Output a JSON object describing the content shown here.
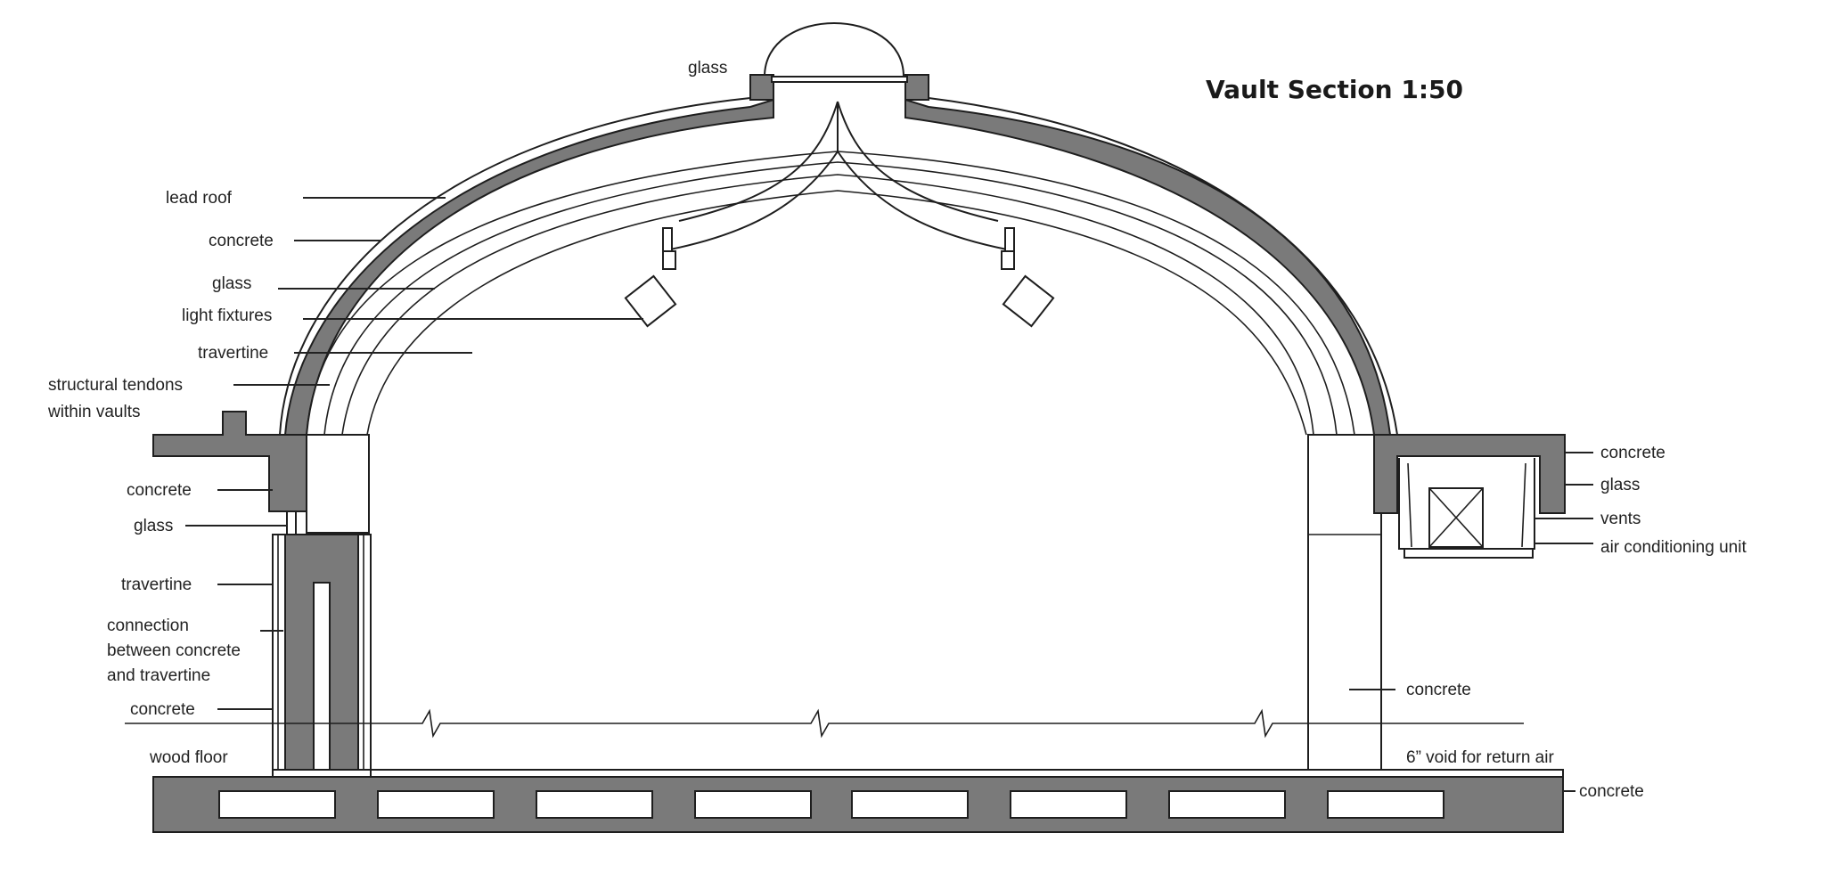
{
  "title": "Vault Section 1:50",
  "labels": {
    "glass_top": "glass",
    "lead_roof": "lead roof",
    "concrete_roof": "concrete",
    "glass_vault": "glass",
    "light_fixtures": "light fixtures",
    "travertine_vault": "travertine",
    "tendons_line1": "structural tendons",
    "tendons_line2": "within vaults",
    "concrete_left_block": "concrete",
    "glass_left": "glass",
    "travertine_wall": "travertine",
    "connection_line1": "connection",
    "connection_line2": "between concrete",
    "connection_line3": "and travertine",
    "concrete_wall_left": "concrete",
    "wood_floor": "wood floor",
    "concrete_right_top": "concrete",
    "glass_right": "glass",
    "vents": "vents",
    "ac_unit": "air conditioning unit",
    "concrete_right_wall": "concrete",
    "void_return_air": "6” void for return air",
    "concrete_base": "concrete"
  },
  "colors": {
    "concrete_fill": "#7a7a7a",
    "line": "#1e1e1e",
    "background": "#ffffff"
  }
}
